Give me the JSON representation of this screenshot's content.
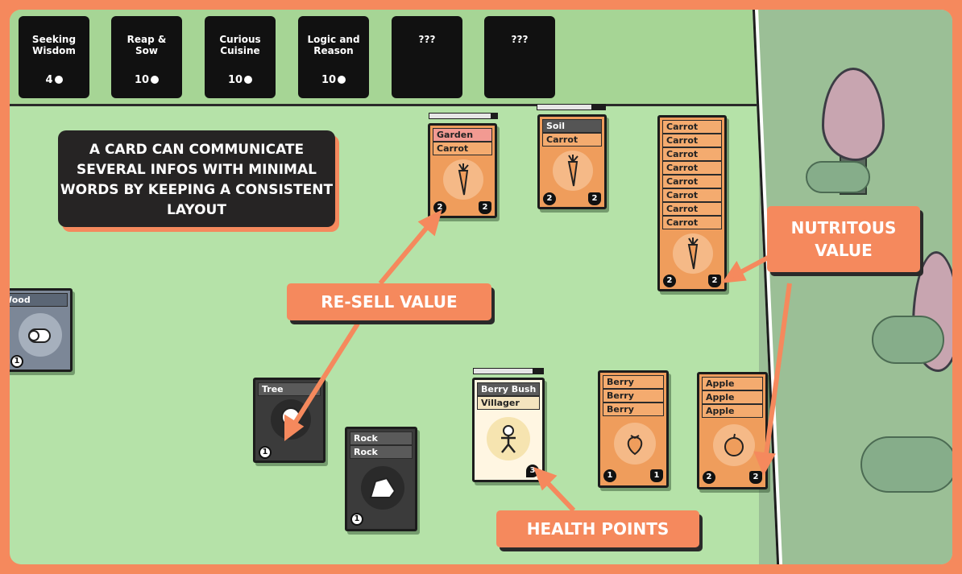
{
  "ideas": [
    {
      "title": "Seeking Wisdom",
      "price": "4"
    },
    {
      "title": "Reap & Sow",
      "price": "10"
    },
    {
      "title": "Curious Cuisine",
      "price": "10"
    },
    {
      "title": "Logic and Reason",
      "price": "10"
    },
    {
      "title": "???",
      "price": ""
    },
    {
      "title": "???",
      "price": ""
    }
  ],
  "info_box": "A CARD CAN COMMUNICATE SEVERAL INFOS WITH MINIMAL WORDS BY KEEPING A CONSISTENT LAYOUT",
  "callouts": {
    "resell": "RE-SELL VALUE",
    "nutrition": "NUTRITOUS VALUE",
    "health": "HEALTH POINTS"
  },
  "cards": {
    "garden": {
      "top": "Garden",
      "sub": "Carrot",
      "left": "2",
      "right": "2",
      "progress": 0.9
    },
    "soil": {
      "top": "Soil",
      "sub": "Carrot",
      "left": "2",
      "right": "2",
      "progress": 0.8
    },
    "carrot_stack": {
      "labels": [
        "Carrot",
        "Carrot",
        "Carrot",
        "Carrot",
        "Carrot",
        "Carrot",
        "Carrot",
        "Carrot"
      ],
      "left": "2",
      "right": "2"
    },
    "wood": {
      "top": "Wood",
      "value": "1"
    },
    "tree": {
      "top": "Tree",
      "value": "1"
    },
    "rock": {
      "top": "Rock",
      "sub": "Rock",
      "value": "1"
    },
    "berry_bush": {
      "top": "Berry Bush",
      "sub": "Villager",
      "health": "3",
      "progress": 0.85
    },
    "berry": {
      "labels": [
        "Berry",
        "Berry",
        "Berry"
      ],
      "left": "1",
      "right": "1"
    },
    "apple": {
      "labels": [
        "Apple",
        "Apple",
        "Apple"
      ],
      "left": "2",
      "right": "2"
    }
  },
  "colors": {
    "accent": "#f5895d",
    "board": "#b5e2a8",
    "card": "#ef9d5c"
  }
}
